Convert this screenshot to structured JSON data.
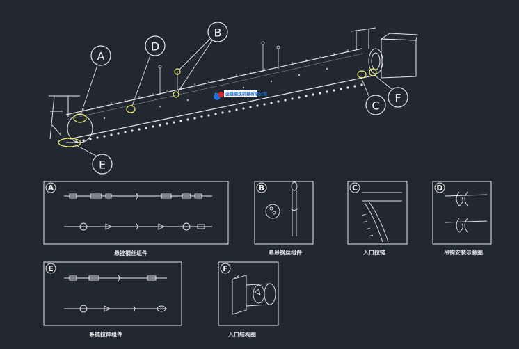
{
  "colors": {
    "background": "#212830",
    "line": "#e8e8e8",
    "highlight": "#f2f26b",
    "logo_blue": "#1e6fd9",
    "logo_red": "#d8262e"
  },
  "logo": {
    "text": "金晟输送机械有限公司"
  },
  "callouts": {
    "A": "A",
    "B": "B",
    "C": "C",
    "D": "D",
    "E": "E",
    "F": "F"
  },
  "details": {
    "A": {
      "tag": "A",
      "caption": "悬挂钢丝组件"
    },
    "B": {
      "tag": "B",
      "caption": "悬吊钢丝组件"
    },
    "C": {
      "tag": "C",
      "caption": "入口拉链"
    },
    "D": {
      "tag": "D",
      "caption": "吊钩安装示意图"
    },
    "E": {
      "tag": "E",
      "caption": "系链拉伸组件"
    },
    "F": {
      "tag": "F",
      "caption": "入口结构图"
    }
  }
}
